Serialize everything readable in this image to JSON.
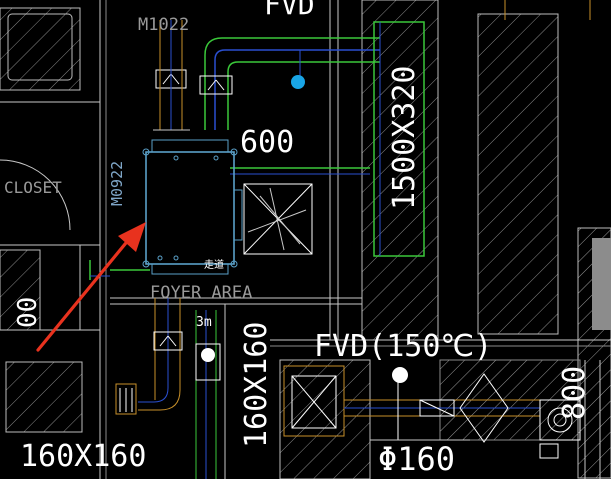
{
  "drawing": {
    "room_labels": {
      "closet": "CLOSET",
      "foyer_area": "FOYER AREA"
    },
    "door_tags": {
      "door_top": "M1022",
      "door_left": "M0922"
    },
    "duct_labels": {
      "size_600": "600",
      "size_1500x320": "1500X320",
      "fvd_150": "FVD(150℃)",
      "fvd_top": "FVD",
      "size_160x160_vertical": "160X160",
      "size_160x160_left": "160X160",
      "dia_160": "Φ160",
      "size_800": "800",
      "level_3m": "3m"
    },
    "device_note": "走道",
    "annotation": {
      "arrow_color": "#e8321e"
    },
    "colors": {
      "duct_green": "#3ac83a",
      "duct_blue": "#2a4fd0",
      "box_cyan": "#5aa0c8",
      "duct_orange": "#c8902a",
      "marker_blue": "#19a5e6"
    }
  }
}
